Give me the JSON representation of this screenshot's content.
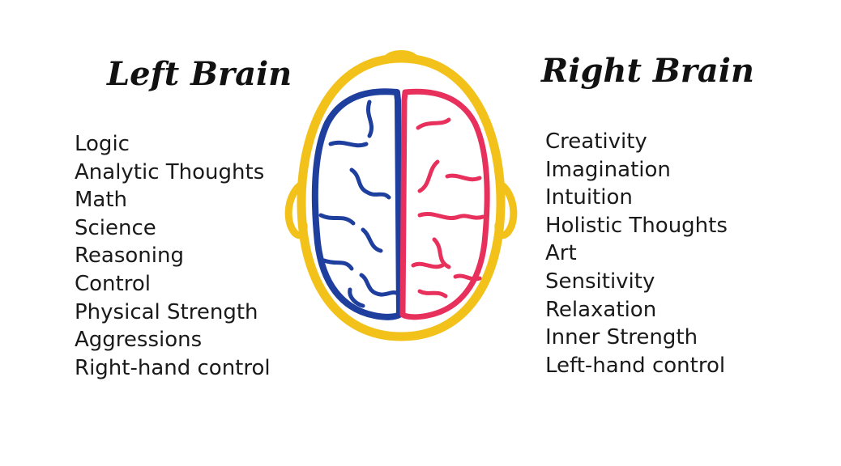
{
  "left": {
    "title": "Left Brain",
    "traits": [
      "Logic",
      "Analytic Thoughts",
      "Math",
      "Science",
      "Reasoning",
      "Control",
      "Physical Strength",
      "Aggressions",
      "Right-hand control"
    ]
  },
  "right": {
    "title": "Right Brain",
    "traits": [
      "Creativity",
      "Imagination",
      "Intuition",
      "Holistic Thoughts",
      "Art",
      "Sensitivity",
      "Relaxation",
      "Inner Strength",
      "Left-hand control"
    ]
  },
  "colors": {
    "head_outline": "#f2c21b",
    "left_hemisphere": "#1f3f9e",
    "right_hemisphere": "#e8305c"
  }
}
